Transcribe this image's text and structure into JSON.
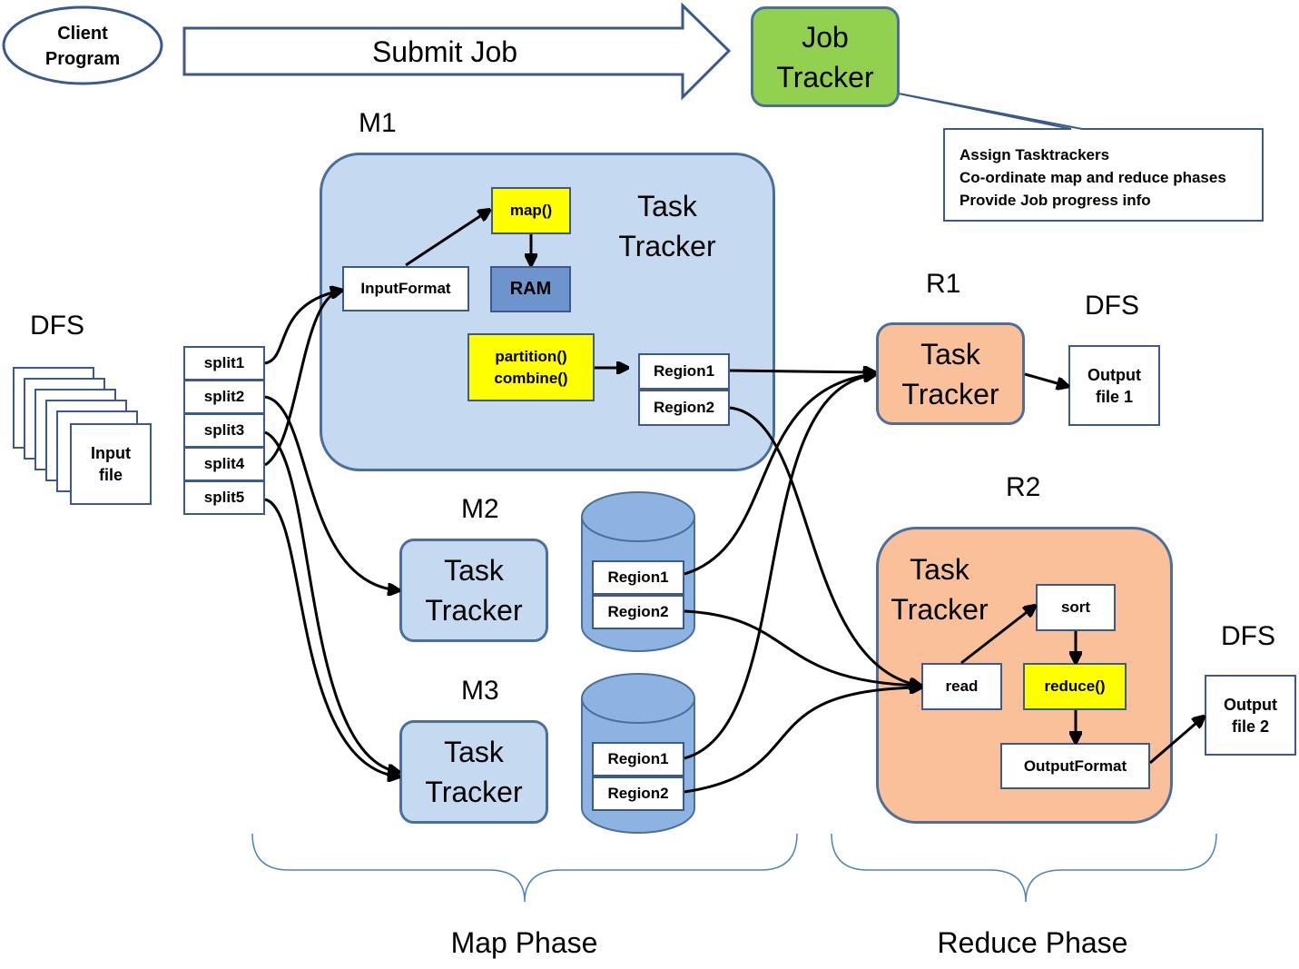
{
  "client": {
    "line1": "Client",
    "line2": "Program"
  },
  "submit_job": "Submit Job",
  "job_tracker": {
    "line1": "Job",
    "line2": "Tracker"
  },
  "job_tracker_callout": [
    "Assign Tasktrackers",
    "Co-ordinate map and reduce phases",
    "Provide Job progress info"
  ],
  "dfs_labels": {
    "input": "DFS",
    "output1": "DFS",
    "output2": "DFS"
  },
  "input_file": {
    "line1": "Input",
    "line2": "file"
  },
  "splits": [
    "split1",
    "split2",
    "split3",
    "split4",
    "split5"
  ],
  "m1": {
    "label": "M1",
    "task_tracker": {
      "line1": "Task",
      "line2": "Tracker"
    },
    "input_format": "InputFormat",
    "map": "map()",
    "ram": "RAM",
    "partition": "partition()",
    "combine": "combine()",
    "region1": "Region1",
    "region2": "Region2"
  },
  "m2": {
    "label": "M2",
    "task_tracker": {
      "line1": "Task",
      "line2": "Tracker"
    },
    "region1": "Region1",
    "region2": "Region2"
  },
  "m3": {
    "label": "M3",
    "task_tracker": {
      "line1": "Task",
      "line2": "Tracker"
    },
    "region1": "Region1",
    "region2": "Region2"
  },
  "r1": {
    "label": "R1",
    "task_tracker": {
      "line1": "Task",
      "line2": "Tracker"
    },
    "output": {
      "line1": "Output",
      "line2": "file 1"
    }
  },
  "r2": {
    "label": "R2",
    "task_tracker": {
      "line1": "Task",
      "line2": "Tracker"
    },
    "read": "read",
    "sort": "sort",
    "reduce": "reduce()",
    "output_format": "OutputFormat",
    "output": {
      "line1": "Output",
      "line2": "file 2"
    }
  },
  "phases": {
    "map": "Map Phase",
    "reduce": "Reduce Phase"
  },
  "colors": {
    "job_tracker": "#92d050",
    "task_tracker_map": "#c5d9f0",
    "task_tracker_reduce": "#f9c09a",
    "highlight": "#ffff00",
    "storage": "#8db3e2",
    "border": "#4b6f9c"
  }
}
